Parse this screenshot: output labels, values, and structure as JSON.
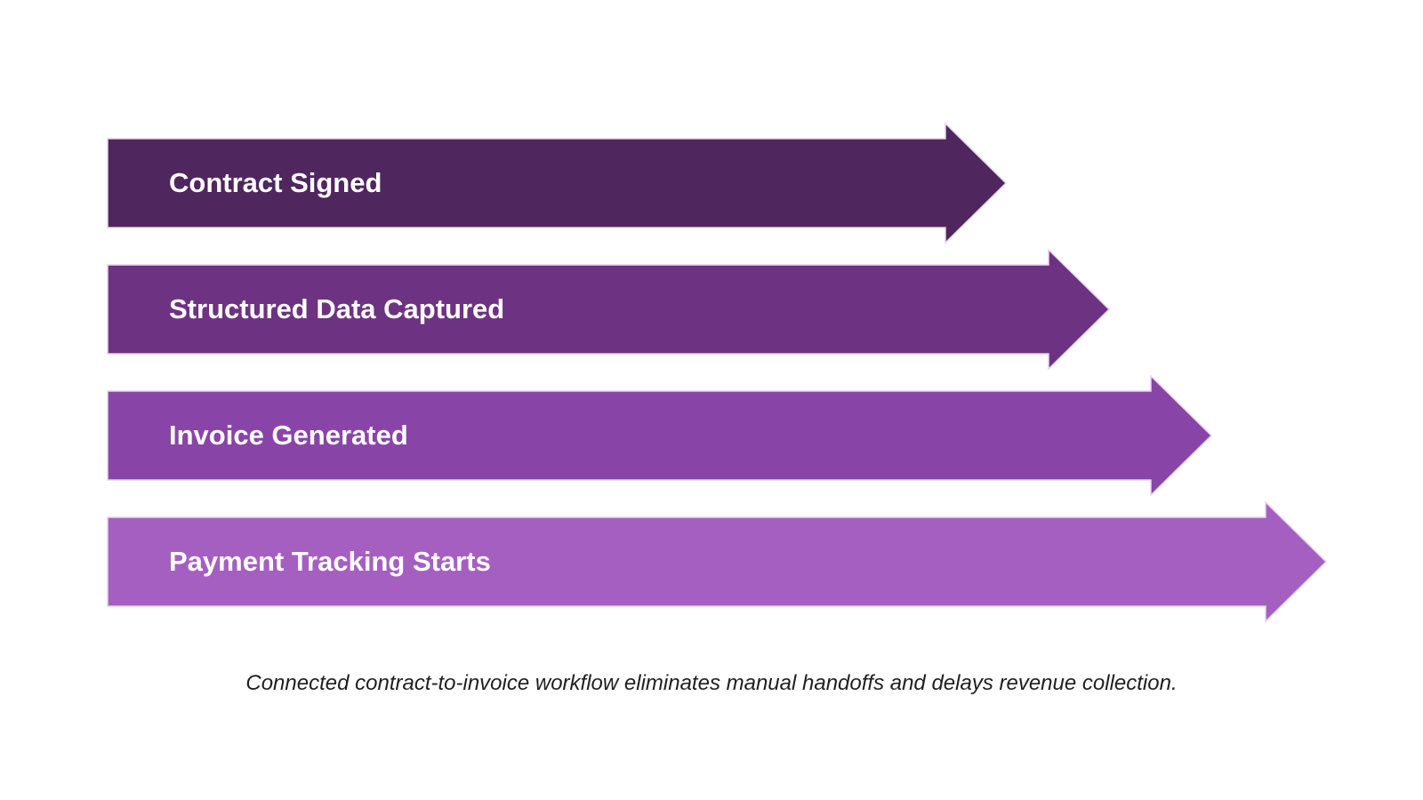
{
  "steps": [
    {
      "label": "Contract Signed",
      "color": "#4f265e"
    },
    {
      "label": "Structured Data Captured",
      "color": "#6d3282"
    },
    {
      "label": "Invoice Generated",
      "color": "#8944a8"
    },
    {
      "label": "Payment Tracking Starts",
      "color": "#a55fc1"
    }
  ],
  "caption": "Connected contract-to-invoice workflow eliminates manual handoffs and delays revenue collection."
}
